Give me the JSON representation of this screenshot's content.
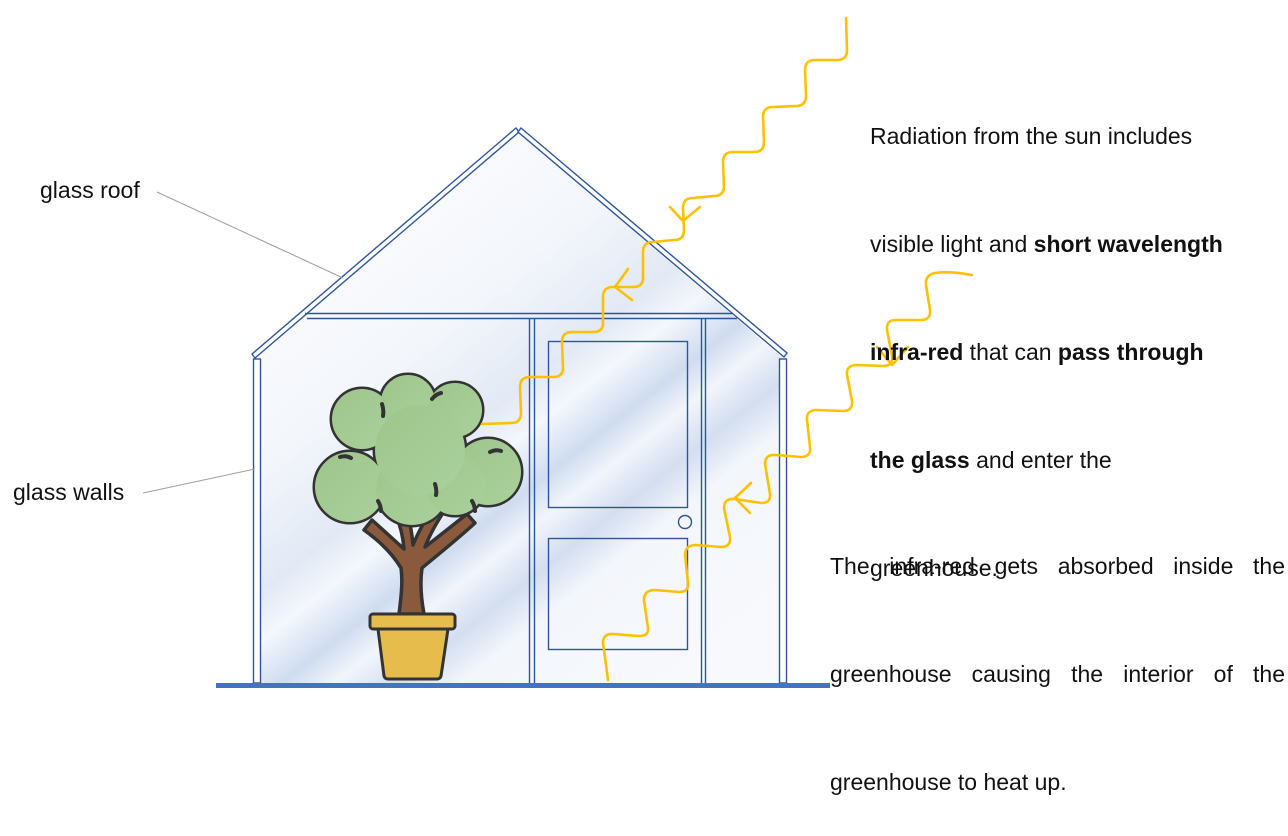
{
  "labels": {
    "glass_roof": "glass roof",
    "glass_walls": "glass walls"
  },
  "callouts": {
    "sun": {
      "lines": [
        [
          {
            "text": "Radiation from the sun includes",
            "bold": false
          }
        ],
        [
          {
            "text": "visible light and ",
            "bold": false
          },
          {
            "text": "short wavelength",
            "bold": true
          }
        ],
        [
          {
            "text": "infra-red",
            "bold": true
          },
          {
            "text": " that can ",
            "bold": false
          },
          {
            "text": "pass through",
            "bold": true
          }
        ],
        [
          {
            "text": "the glass",
            "bold": true
          },
          {
            "text": " and enter the",
            "bold": false
          }
        ],
        [
          {
            "text": "greenhouse.",
            "bold": false
          }
        ]
      ]
    },
    "absorbed": {
      "lines": [
        "The infra-red gets absorbed inside the",
        "greenhouse causing the interior of the",
        "greenhouse to heat up."
      ]
    }
  },
  "colors": {
    "radiation": "#ffc000",
    "frame": "#2f5597",
    "ground": "#4472c4",
    "leader": "#a0a0a0",
    "foliage": "#a3c993",
    "trunk": "#8b5a3c",
    "pot": "#e6bc4c",
    "outline": "#333333",
    "text": "#111111"
  },
  "icons": {
    "plant": "potted-tree-icon",
    "door_knob": "circle"
  }
}
